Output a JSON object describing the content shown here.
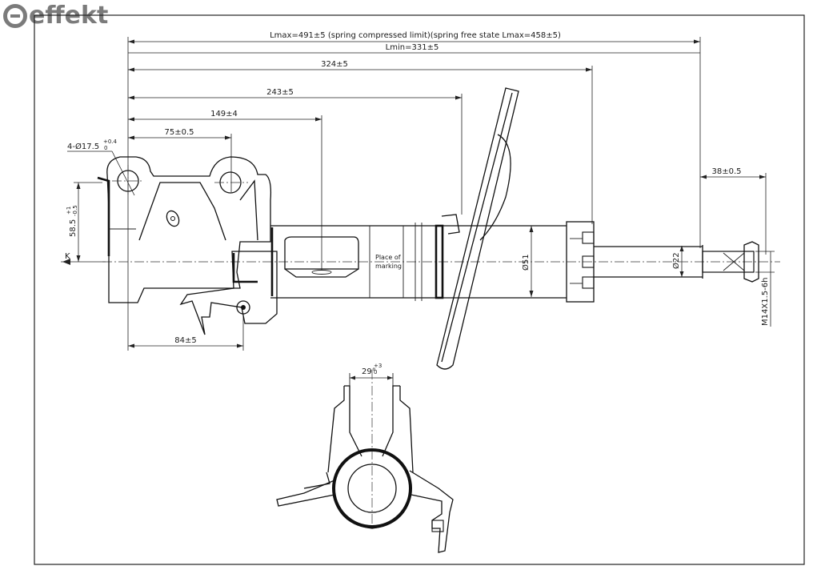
{
  "brand": {
    "logo_text": "effekt",
    "logo_color": "#7b7b7b"
  },
  "dimensions": {
    "lmax": "Lmax=491±5 (spring compressed limit)(spring free state Lmax=458±5)",
    "lmin": "Lmin=331±5",
    "d324": "324±5",
    "d243": "243±5",
    "d149": "149±4",
    "d75": "75±0.5",
    "d38": "38±0.5",
    "d84": "84±5",
    "hole_dia": "4-Ø17.5",
    "hole_tol_upper": "+0.4",
    "hole_tol_lower": "0",
    "d58": "58.5",
    "d58_tol_upper": "+1",
    "d58_tol_lower": "-0.5",
    "tube_dia": "Ø51",
    "rod_dia": "Ø22",
    "thread": "M14X1.5-6h",
    "angle": "29°",
    "angle_tol_upper": "+3",
    "angle_tol_lower": "0"
  },
  "labels": {
    "datum": "K",
    "marking_line1": "Place of",
    "marking_line2": "marking"
  }
}
